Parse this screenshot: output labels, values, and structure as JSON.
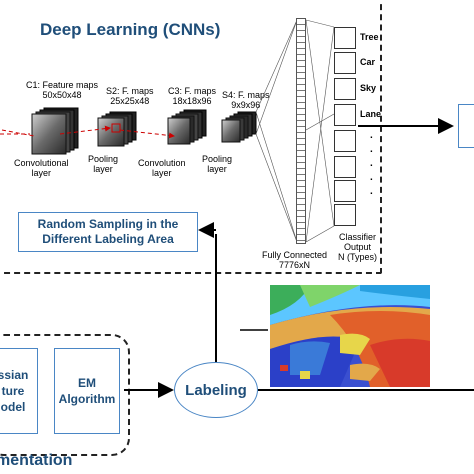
{
  "title": "Deep Learning (CNNs)",
  "feature_maps": [
    {
      "name": "C1: Feature maps",
      "size": "50x50x48"
    },
    {
      "name": "S2: F. maps",
      "size": "25x25x48"
    },
    {
      "name": "C3: F. maps",
      "size": "18x18x96"
    },
    {
      "name": "S4: F. maps",
      "size": "9x9x96"
    }
  ],
  "layers": [
    {
      "line1": "Convolutional",
      "line2": "layer"
    },
    {
      "line1": "Pooling",
      "line2": "layer"
    },
    {
      "line1": "Convolution",
      "line2": "layer"
    },
    {
      "line1": "Pooling",
      "line2": "layer"
    }
  ],
  "fully_connected": {
    "line1": "Fully Connected",
    "line2": "7776xN"
  },
  "classes": [
    "Tree",
    "Car",
    "Sky",
    "Lane"
  ],
  "classifier": {
    "line1": "Classifier",
    "line2": "Output",
    "line3": "N (Types)"
  },
  "random_sampling": {
    "line1": "Random Sampling in the",
    "line2": "Different Labeling Area"
  },
  "labeling": "Labeling",
  "em": {
    "line1": "EM",
    "line2": "Algorithm"
  },
  "gaussian": {
    "line1": "ssian",
    "line2": "ture",
    "line3": "odel"
  },
  "bottom_title": "mentation",
  "colors": {
    "title": "#1f4e79",
    "box_border": "#4a86c5",
    "dashed": "#222222"
  }
}
